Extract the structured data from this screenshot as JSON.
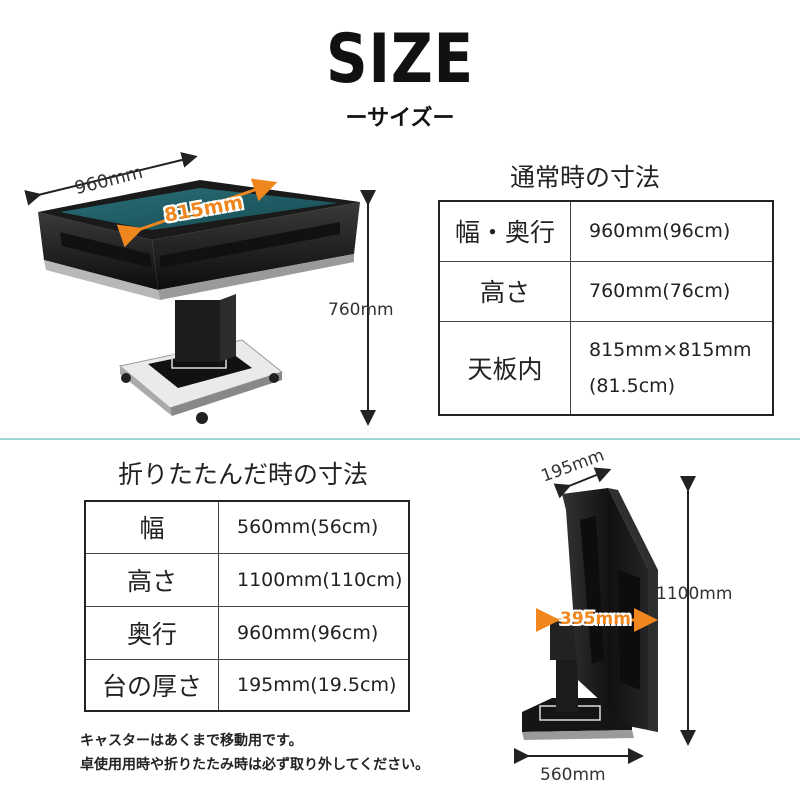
{
  "header": {
    "title": "SIZE",
    "subtitle": "ーサイズー"
  },
  "normal": {
    "heading": "通常時の寸法",
    "rows": [
      {
        "label": "幅・奥行",
        "value": "960mm(96cm)"
      },
      {
        "label": "高さ",
        "value": "760mm(76cm)"
      },
      {
        "label": "天板内",
        "value_line1": "815mm×815mm",
        "value_line2": "(81.5cm)"
      }
    ],
    "dims": {
      "width": "960mm",
      "inner": "815mm",
      "height": "760mm"
    }
  },
  "folded": {
    "heading": "折りたたんだ時の寸法",
    "rows": [
      {
        "label": "幅",
        "value": "560mm(56cm)"
      },
      {
        "label": "高さ",
        "value": "1100mm(110cm)"
      },
      {
        "label": "奥行",
        "value": "960mm(96cm)"
      },
      {
        "label": "台の厚さ",
        "value": "195mm(19.5cm)"
      }
    ],
    "dims": {
      "thickness": "195mm",
      "depth": "395mm",
      "height": "1100mm",
      "width": "560mm"
    }
  },
  "notes": [
    "キャスターはあくまで移動用です。",
    "卓使用用時や折りたたみ時は必ず取り外してください。"
  ],
  "colors": {
    "accent": "#f0871e",
    "divider": "#9fd6d6",
    "felt": "#1e5b63",
    "body": "#1a1a1a"
  }
}
